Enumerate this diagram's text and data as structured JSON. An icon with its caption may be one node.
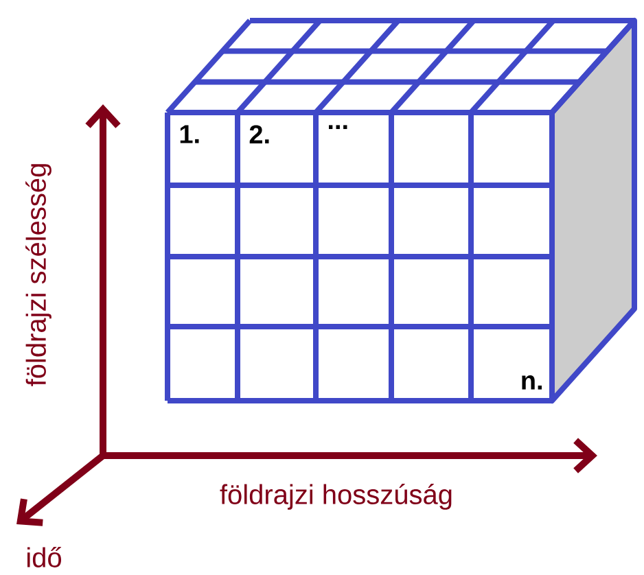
{
  "diagram": {
    "labels": [
      "1.",
      "2.",
      "...",
      "n.",
      "földrajzi szélesség",
      "földrajzi hosszúság",
      "idő"
    ]
  }
}
